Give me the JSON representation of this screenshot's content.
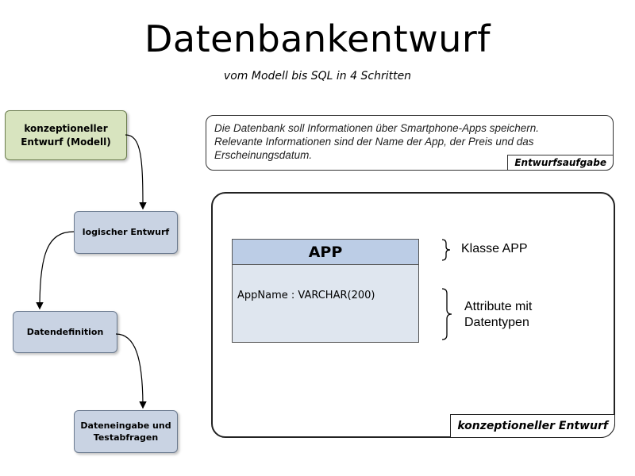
{
  "title": "Datenbankentwurf",
  "subtitle": "vom Modell bis SQL in 4 Schritten",
  "steps": [
    {
      "line1": "konzeptioneller",
      "line2": "Entwurf (Modell)"
    },
    {
      "line1": "logischer Entwurf",
      "line2": ""
    },
    {
      "line1": "Datendefinition",
      "line2": ""
    },
    {
      "line1": "Dateneingabe und",
      "line2": "Testabfragen"
    }
  ],
  "task": {
    "lines": [
      "Die Datenbank soll Informationen über Smartphone-Apps speichern.",
      "Relevante Informationen sind der Name der App, der Preis und das",
      "Erscheinungsdatum."
    ],
    "label": "Entwurfsaufgabe"
  },
  "model": {
    "class_name": "APP",
    "attribute": "AppName : VARCHAR(200)",
    "note_class": "Klasse APP",
    "note_attr_line1": "Attribute mit",
    "note_attr_line2": "Datentypen",
    "panel_label": "konzeptioneller Entwurf"
  },
  "colors": {
    "active_step": "#d8e4bf",
    "inactive_step": "#c9d3e3",
    "class_header": "#bccde6",
    "class_body": "#dfe6ef"
  }
}
